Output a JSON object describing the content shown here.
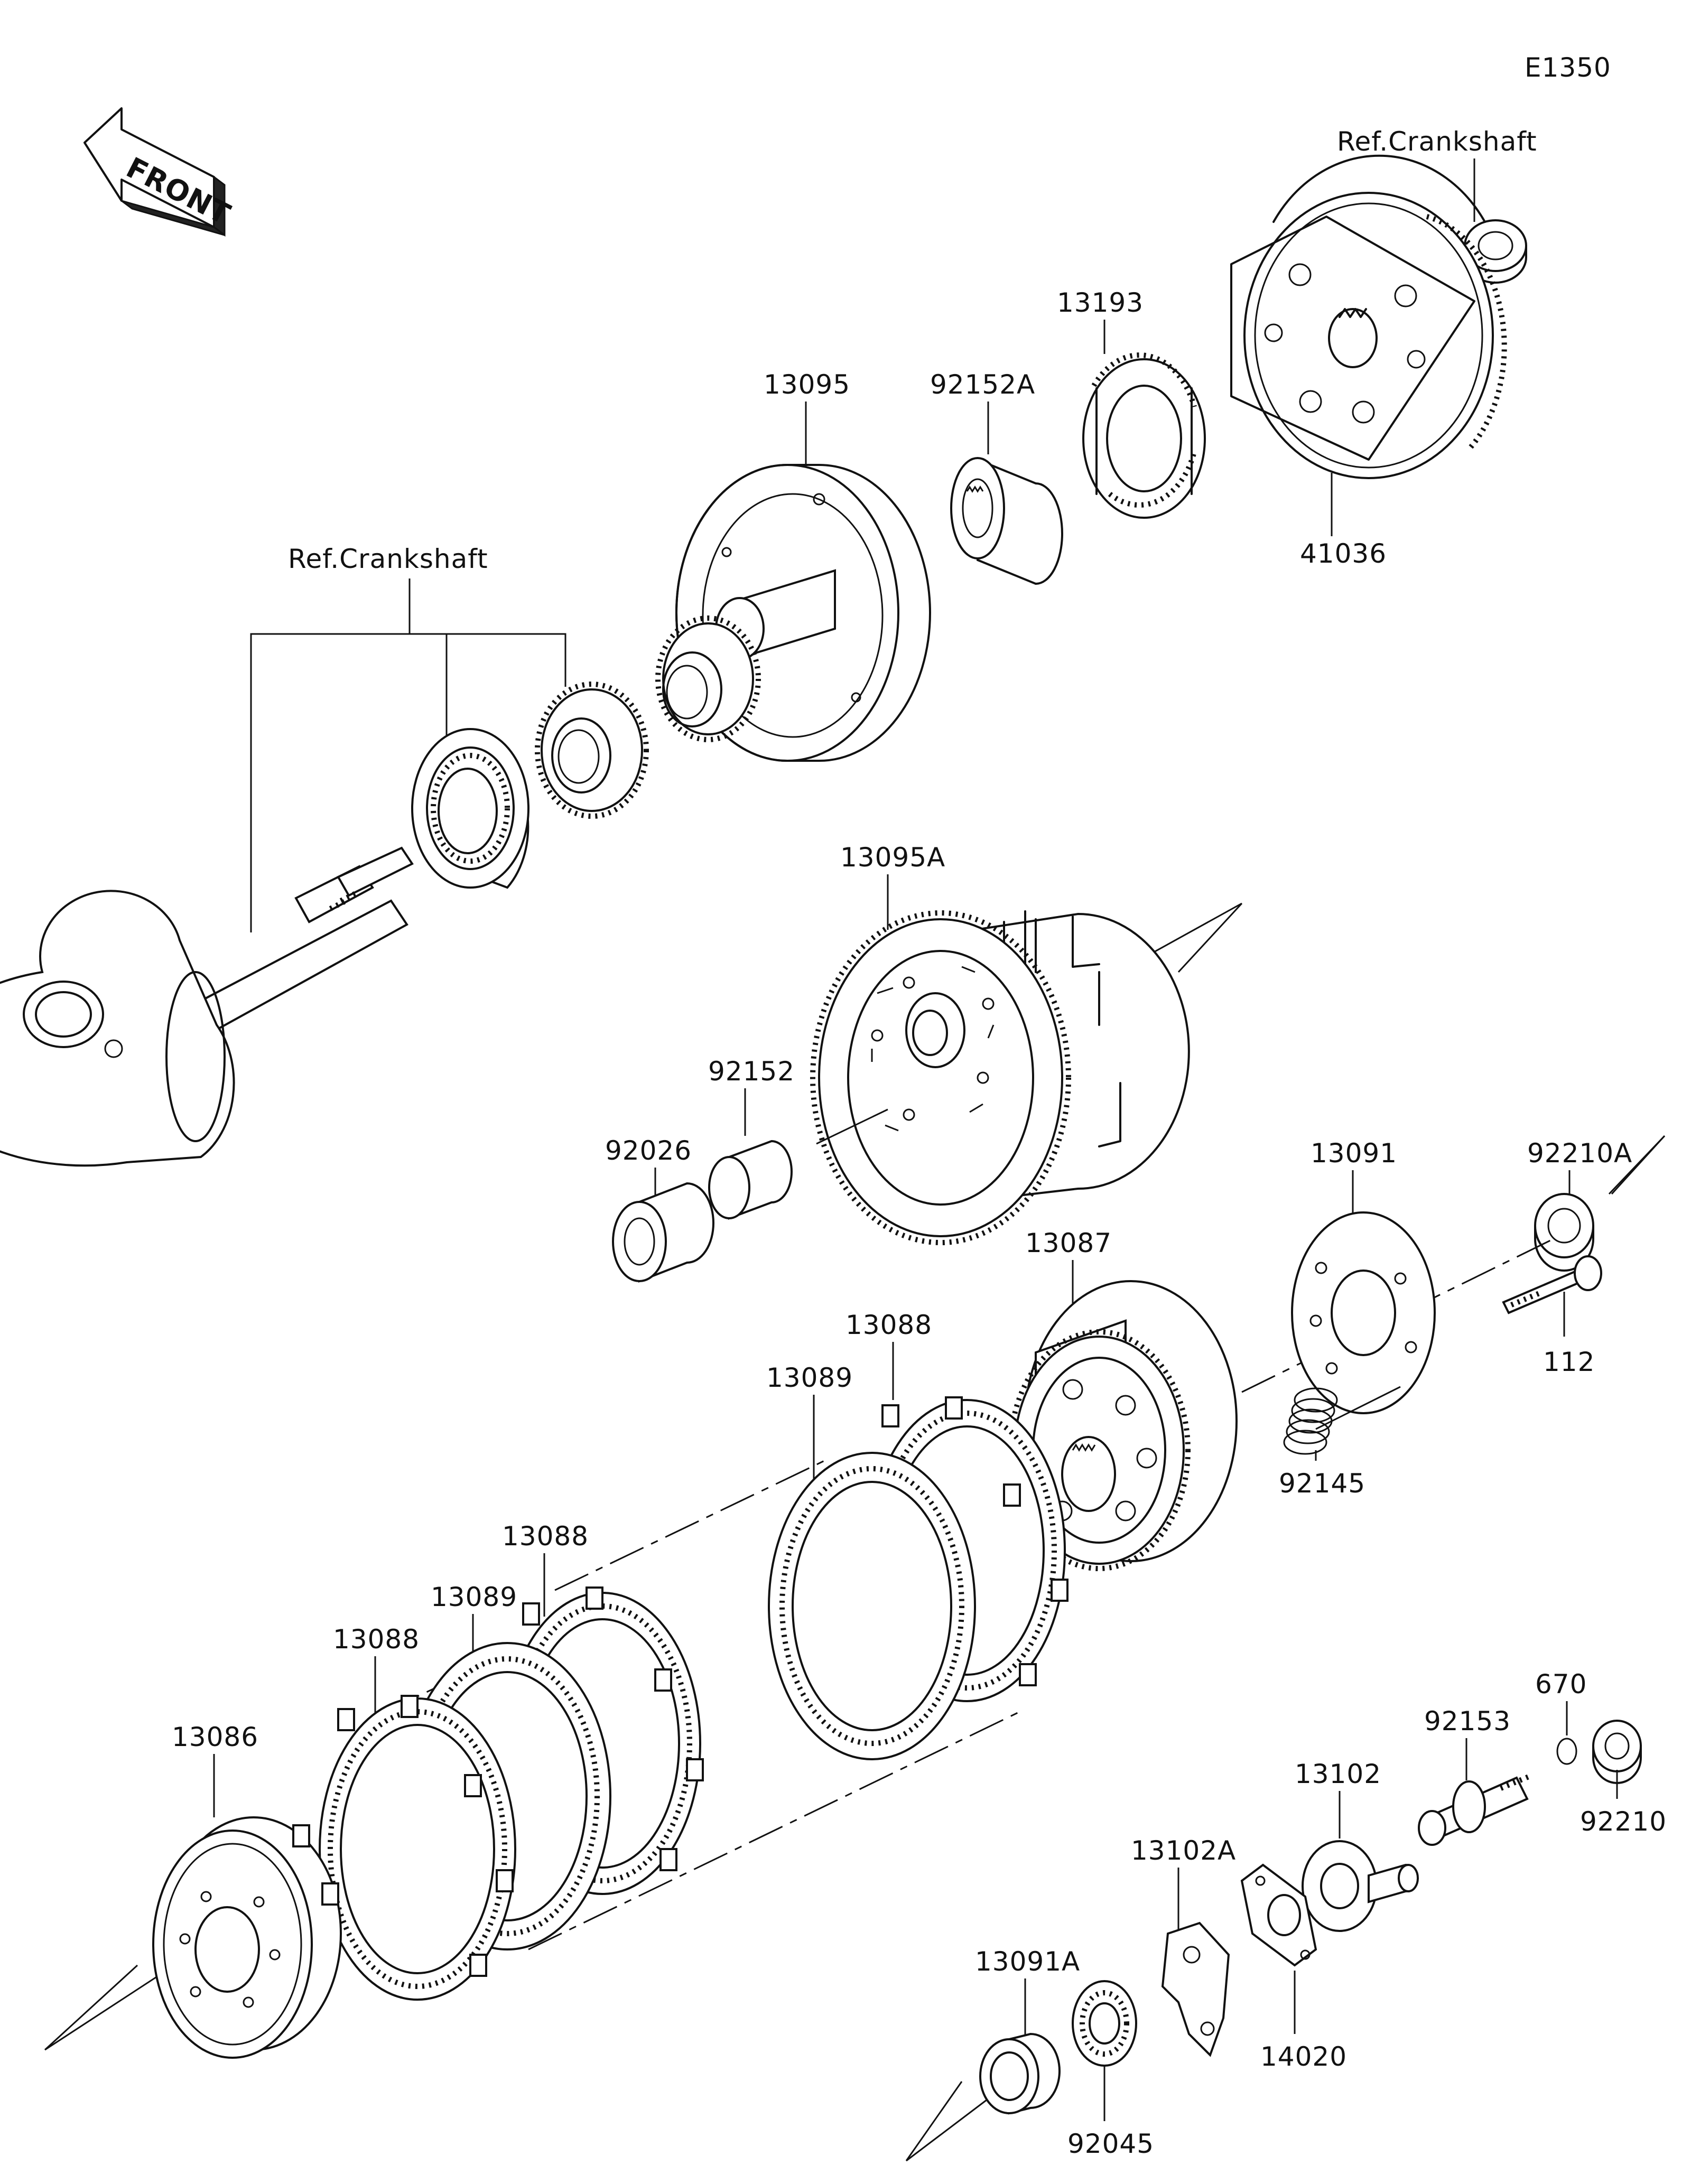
{
  "diagram": {
    "code": "E1350",
    "front_badge": "FRONT",
    "ref_labels": [
      "Ref.Crankshaft",
      "Ref.Crankshaft"
    ],
    "part_numbers": [
      "13095",
      "92152A",
      "13193",
      "41036",
      "13095A",
      "92152",
      "92026",
      "13091",
      "92210A",
      "112",
      "13087",
      "92145",
      "13088",
      "13089",
      "13088",
      "13089",
      "13088",
      "13086",
      "670",
      "92153",
      "92210",
      "13102",
      "13102A",
      "14020",
      "13091A",
      "92045"
    ]
  }
}
